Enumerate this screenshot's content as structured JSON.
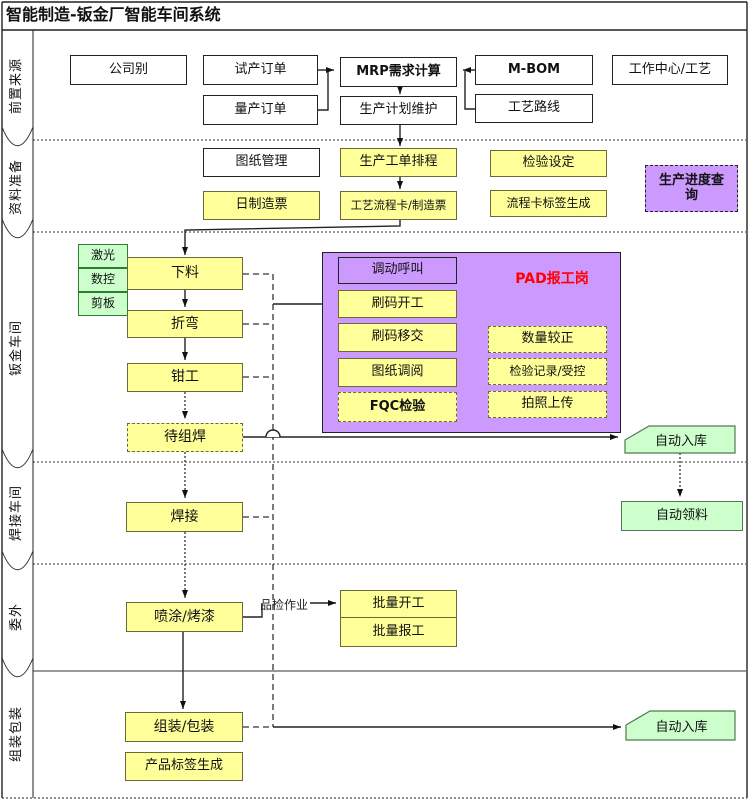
{
  "title": "智能制造-钣金厂智能车间系统",
  "colors": {
    "process_yellow": "#FFFF99",
    "storage_green": "#CCFFCC",
    "pad_purple": "#CC99FF",
    "pad_title_red": "#FF0000"
  },
  "lanes": [
    {
      "label": "前置来源"
    },
    {
      "label": "资料准备"
    },
    {
      "label": "钣金车间"
    },
    {
      "label": "焊接车间"
    },
    {
      "label": "委外"
    },
    {
      "label": "组装包装"
    }
  ],
  "nodes": {
    "company": "公司别",
    "trial_order": "试产订单",
    "mass_order": "量产订单",
    "mrp": "MRP需求计算",
    "mbom": "M-BOM",
    "work_center": "工作中心/工艺",
    "plan_maint": "生产计划维护",
    "routing": "工艺路线",
    "drawing_mgmt": "图纸管理",
    "wo_scheduling": "生产工单排程",
    "daily_ticket": "日制造票",
    "flow_card": "工艺流程卡/制造票",
    "inspection_setup": "检验设定",
    "card_label_gen": "流程卡标签生成",
    "progress_query": "生产进度查询",
    "laser": "激光",
    "cnc": "数控",
    "shear": "剪板",
    "blanking": "下料",
    "bending": "折弯",
    "fitter": "钳工",
    "await_weld": "待组焊",
    "pad_station": "PAD报工岗",
    "dispatch_call": "调动呼叫",
    "scan_start": "刷码开工",
    "scan_transfer": "刷码移交",
    "drawing_view": "图纸调阅",
    "fqc_check": "FQC检验",
    "qty_adjust": "数量较正",
    "inspect_record": "检验记录/受控",
    "photo_upload": "拍照上传",
    "auto_instock_sheet": "自动入库",
    "welding": "焊接",
    "auto_picking": "自动领料",
    "painting": "喷涂/烤漆",
    "qc_job": "品检作业",
    "batch_start": "批量开工",
    "batch_report": "批量报工",
    "assembly": "组装/包装",
    "product_label_gen": "产品标签生成",
    "auto_instock_pack": "自动入库"
  }
}
